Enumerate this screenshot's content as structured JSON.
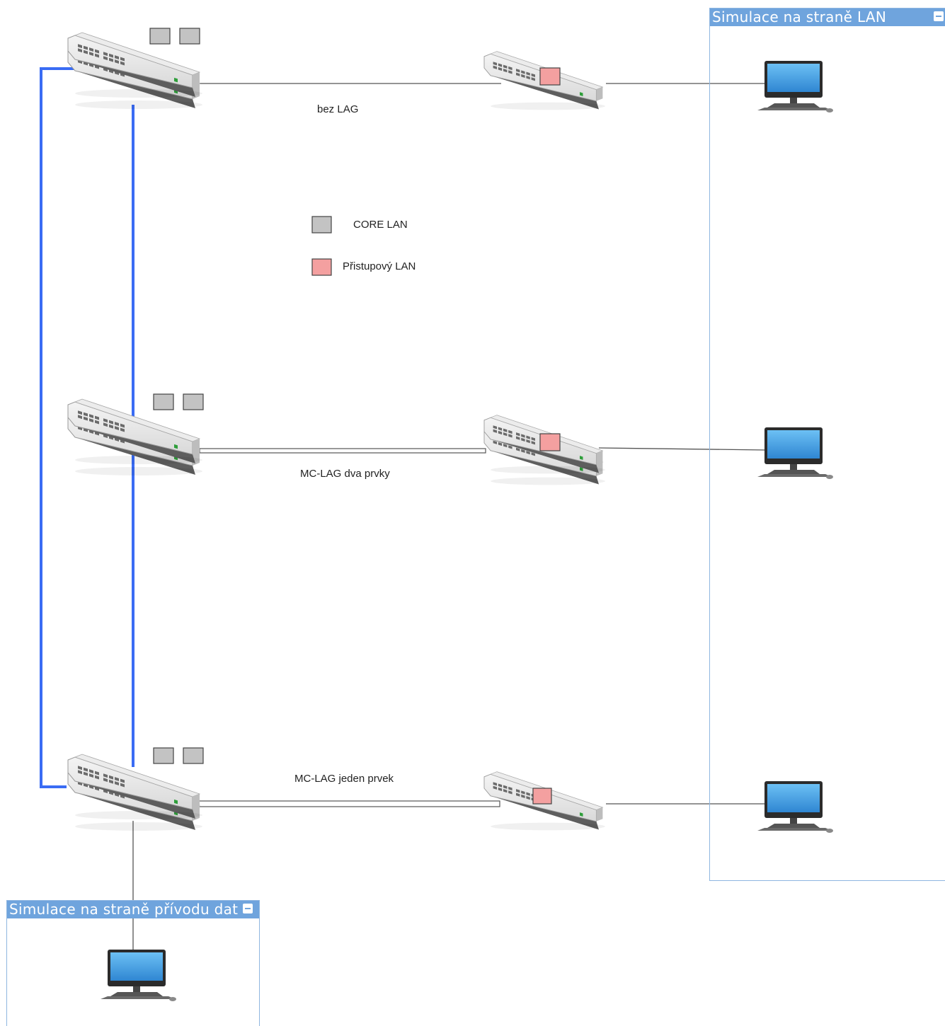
{
  "links": {
    "bez_lag": "bez LAG",
    "mc_lag_dva": "MC-LAG dva prvky",
    "mc_lag_jeden": "MC-LAG jeden prvek"
  },
  "legend": {
    "core": "CORE LAN",
    "access": "Přistupový LAN"
  },
  "containers": {
    "lan_side": "Simulace na straně LAN",
    "uplink_side": "Simulace na straně přívodu dat"
  },
  "colors": {
    "core_marker": "#c3c3c3",
    "access_marker": "#f4a0a0",
    "uplink_blue": "#3a6cf4",
    "container_header": "#6fa4dd"
  },
  "icons": [
    "network-switch-icon",
    "stacked-switch-icon",
    "desktop-computer-icon"
  ]
}
